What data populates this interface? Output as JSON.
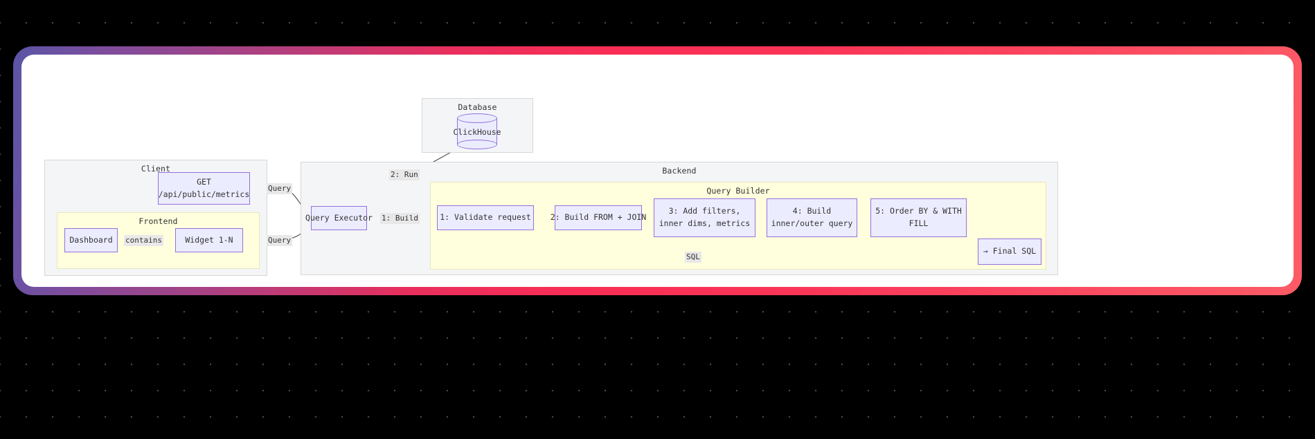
{
  "theme": {
    "page_background": "#000000",
    "dot_color": "#4a4a4a",
    "frame_gradient_start": "#5b55a6",
    "frame_gradient_end": "#fd5b66",
    "canvas_background": "#ffffff",
    "cluster_gray_fill": "#f4f5f7",
    "cluster_yellow_fill": "#ffffde",
    "node_fill": "#ececff",
    "node_border": "#9370db",
    "text_color": "#333333",
    "edge_label_fill": "#e8e8e8"
  },
  "diagram": {
    "clusters": [
      {
        "id": "client",
        "title": "Client"
      },
      {
        "id": "frontend",
        "title": "Frontend"
      },
      {
        "id": "database",
        "title": "Database"
      },
      {
        "id": "backend",
        "title": "Backend"
      },
      {
        "id": "query-builder",
        "title": "Query Builder"
      }
    ],
    "nodes": {
      "api_endpoint": {
        "lines": [
          "GET",
          "/api/public/metrics"
        ]
      },
      "dashboard": {
        "lines": [
          "Dashboard"
        ]
      },
      "widget": {
        "lines": [
          "Widget 1-N"
        ]
      },
      "clickhouse": {
        "lines": [
          "ClickHouse"
        ]
      },
      "query_executor": {
        "lines": [
          "Query Executor"
        ]
      },
      "step1": {
        "lines": [
          "1: Validate request"
        ]
      },
      "step2": {
        "lines": [
          "2: Build FROM + JOIN"
        ]
      },
      "step3": {
        "lines": [
          "3: Add filters,",
          "inner dims, metrics"
        ]
      },
      "step4": {
        "lines": [
          "4: Build",
          "inner/outer query"
        ]
      },
      "step5": {
        "lines": [
          "5: Order BY & WITH",
          "FILL"
        ]
      },
      "final_sql": {
        "lines": [
          "→ Final SQL"
        ]
      }
    },
    "edge_labels": {
      "contains": "contains",
      "query_api": "Query",
      "query_widget": "Query",
      "run": "2: Run",
      "build": "1: Build",
      "sql": "SQL"
    }
  }
}
